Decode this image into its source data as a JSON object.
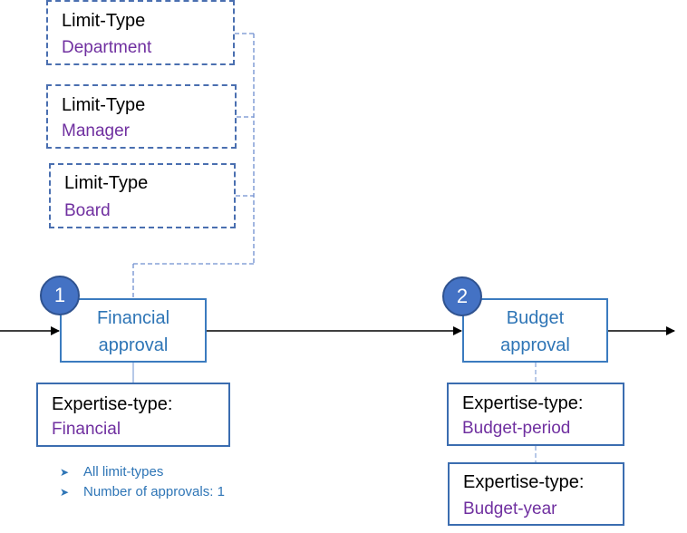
{
  "limit_types": [
    {
      "label": "Limit-Type",
      "value": "Department"
    },
    {
      "label": "Limit-Type",
      "value": "Manager"
    },
    {
      "label": "Limit-Type",
      "value": "Board"
    }
  ],
  "steps": [
    {
      "number": "1",
      "line1": "Financial",
      "line2": "approval"
    },
    {
      "number": "2",
      "line1": "Budget",
      "line2": "approval"
    }
  ],
  "expertise": [
    {
      "label": "Expertise-type:",
      "value": "Financial"
    },
    {
      "label": "Expertise-type:",
      "value": "Budget-period"
    },
    {
      "label": "Expertise-type:",
      "value": "Budget-year"
    }
  ],
  "notes": [
    "All limit-types",
    "Number of approvals: 1"
  ],
  "colors": {
    "box_border": "#3b6db0",
    "value_text": "#7030a0",
    "step_text": "#2e75b6",
    "badge_fill": "#4472c4"
  },
  "icons": {
    "bullet": "arrow-bullet-icon"
  }
}
